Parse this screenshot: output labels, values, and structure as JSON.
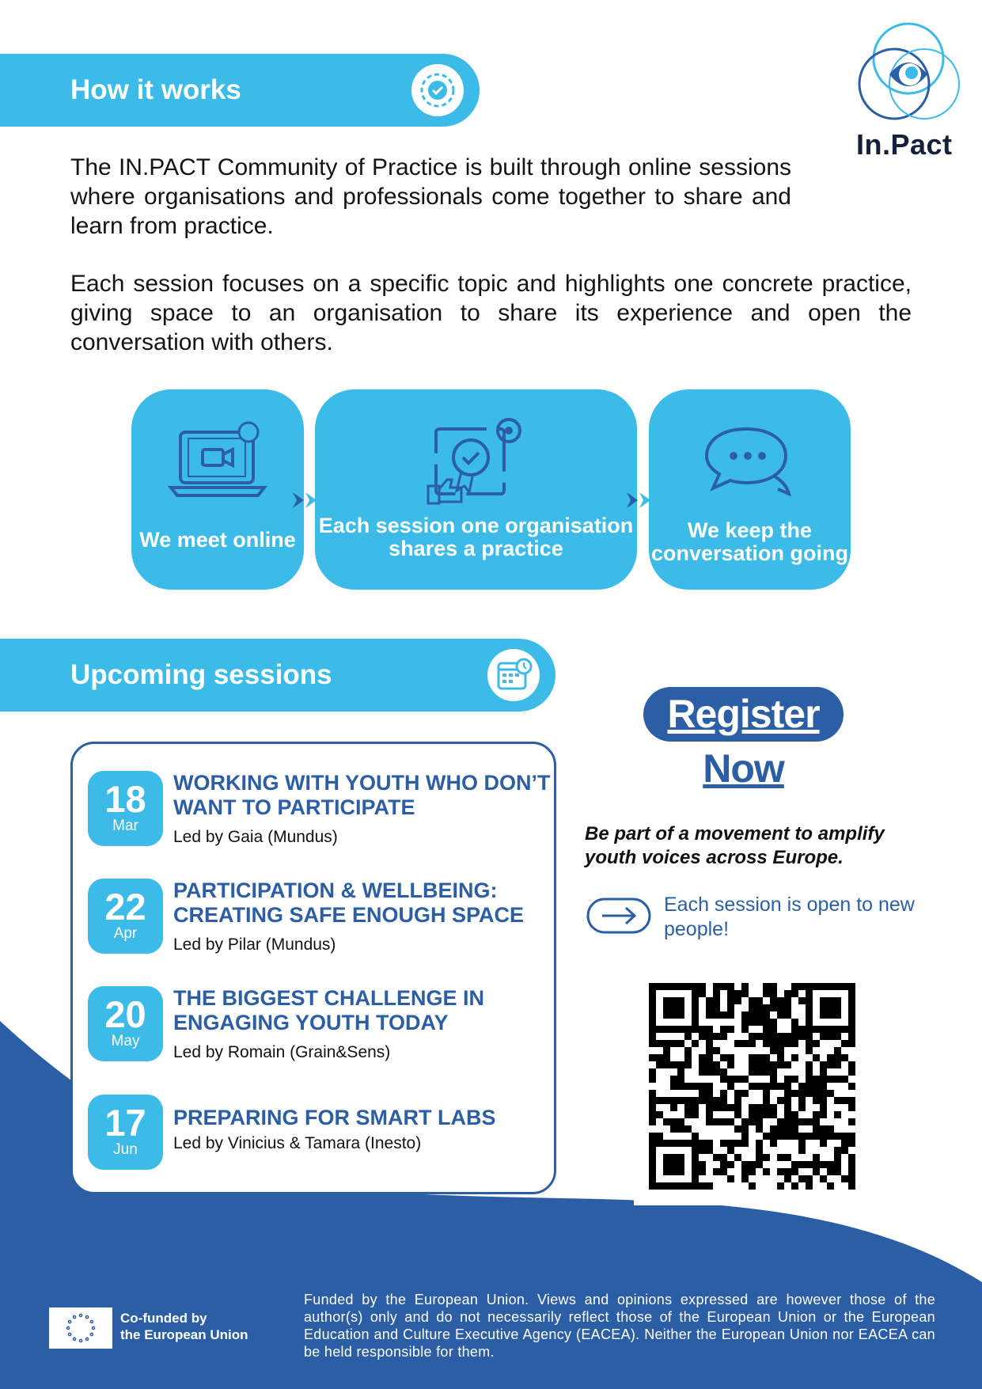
{
  "colors": {
    "accent_light": "#3dbbe8",
    "accent_dark": "#2c5ea6",
    "text": "#141414",
    "background": "#ffffff"
  },
  "logo": {
    "name": "In.Pact"
  },
  "how_it_works": {
    "title": "How it works",
    "icon": "gear-check-icon",
    "paragraph1": "The IN.PACT Community of Practice is built through online sessions where organisations and professionals come together to share and learn from practice.",
    "paragraph2": "Each session focuses on a specific topic and highlights one concrete practice, giving space to an organisation to share its experience and open the conversation with others."
  },
  "steps": [
    {
      "label": "We meet online",
      "icon": "laptop-video-icon"
    },
    {
      "label": "Each session one organisation shares a practice",
      "icon": "award-gear-icon"
    },
    {
      "label": "We keep the conversation going",
      "icon": "chat-bubbles-icon"
    }
  ],
  "upcoming": {
    "title": "Upcoming sessions",
    "icon": "calendar-clock-icon",
    "sessions": [
      {
        "day": "18",
        "month": "Mar",
        "title": "WORKING WITH YOUTH WHO DON’T WANT TO PARTICIPATE",
        "lead": "Led by Gaia (Mundus)"
      },
      {
        "day": "22",
        "month": "Apr",
        "title": "PARTICIPATION & WELLBEING: CREATING SAFE ENOUGH SPACE",
        "lead": "Led by Pilar (Mundus)"
      },
      {
        "day": "20",
        "month": "May",
        "title": "THE BIGGEST CHALLENGE IN ENGAGING YOUTH TODAY",
        "lead": "Led by Romain (Grain&Sens)"
      },
      {
        "day": "17",
        "month": "Jun",
        "title": "PREPARING FOR SMART LABS",
        "lead": "Led by Vinicius & Tamara (Inesto)"
      }
    ]
  },
  "register": {
    "line1": "Register",
    "line2": "Now",
    "tagline": "Be part of a movement to amplify youth voices across Europe.",
    "open_note": "Each session is open to new people!",
    "qr_icon": "qr-code"
  },
  "footer": {
    "eu_label_line1": "Co-funded by",
    "eu_label_line2": "the European Union",
    "disclaimer": "Funded by the European Union. Views and opinions expressed are however those of the author(s) only and do not necessarily reflect those of the European Union or the European Education and Culture Executive Agency (EACEA). Neither the European Union nor EACEA can be held responsible for them."
  }
}
